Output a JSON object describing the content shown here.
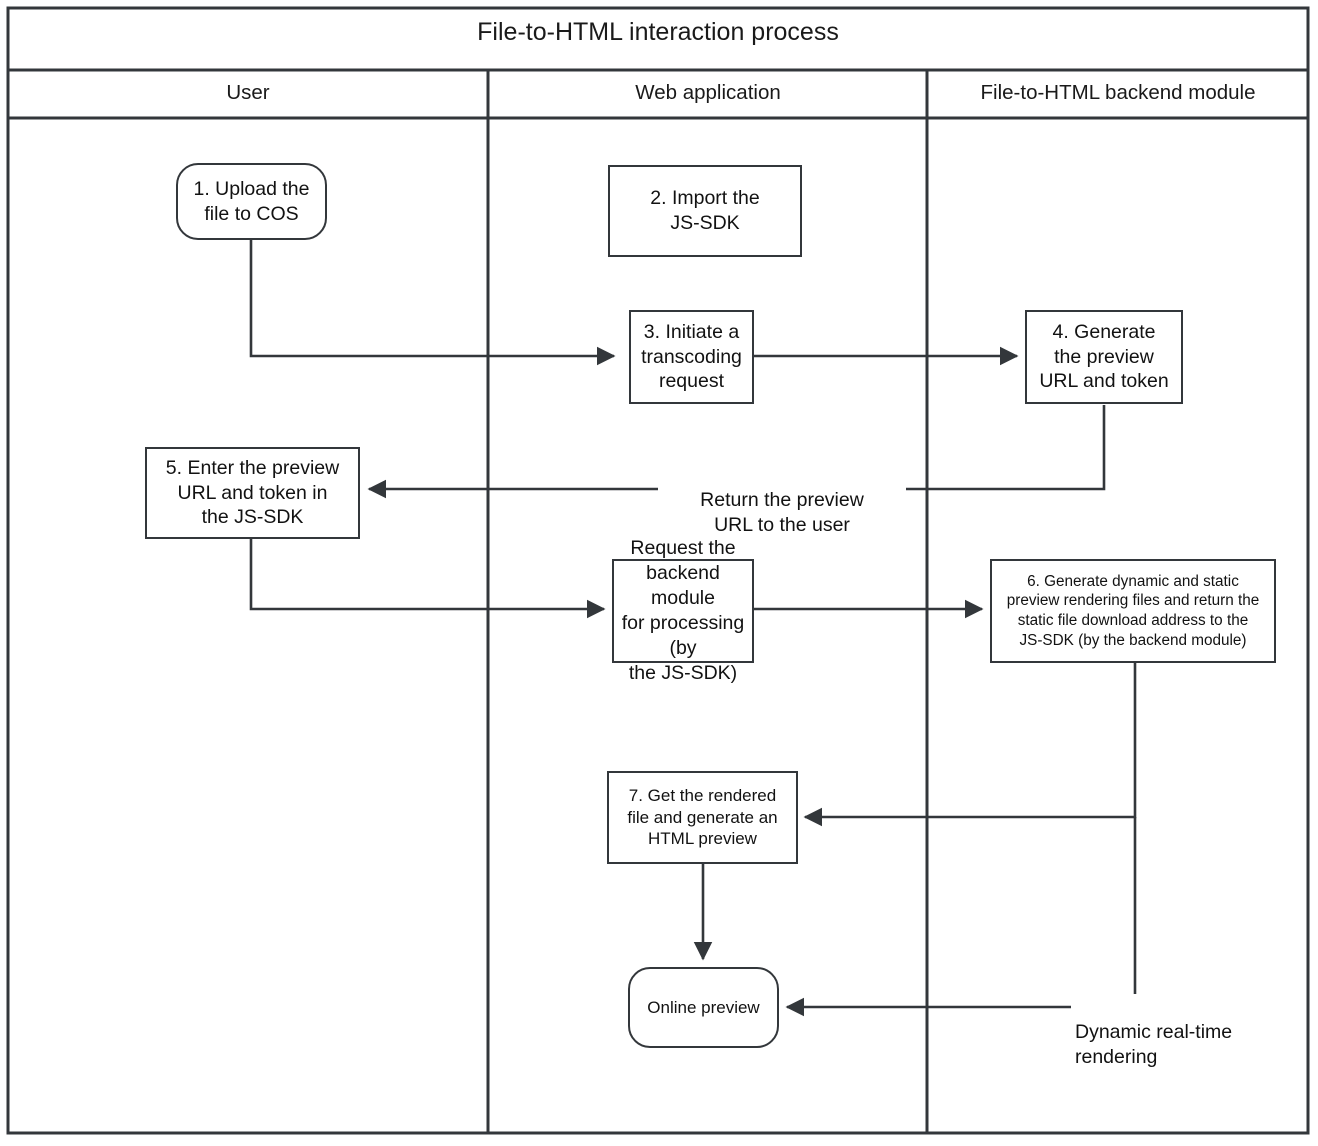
{
  "diagram": {
    "title": "File-to-HTML interaction process",
    "type": "swimlane-flowchart",
    "lanes": [
      {
        "id": "user",
        "label": "User"
      },
      {
        "id": "web-application",
        "label": "Web application"
      },
      {
        "id": "backend-module",
        "label": "File-to-HTML backend module"
      }
    ],
    "nodes": [
      {
        "id": "n1",
        "lane": "user",
        "shape": "rounded-rect",
        "label": "1. Upload the\nfile to COS"
      },
      {
        "id": "n2",
        "lane": "web-application",
        "shape": "rect",
        "label": "2. Import the\nJS-SDK"
      },
      {
        "id": "n3",
        "lane": "web-application",
        "shape": "rect",
        "label": "3. Initiate a\ntranscoding\nrequest"
      },
      {
        "id": "n4",
        "lane": "backend-module",
        "shape": "rect",
        "label": "4. Generate\nthe preview\nURL and token"
      },
      {
        "id": "n5",
        "lane": "user",
        "shape": "rect",
        "label": "5. Enter the preview\nURL and token in\nthe JS-SDK"
      },
      {
        "id": "n6",
        "lane": "web-application",
        "shape": "rect",
        "label": "Request the\nbackend module\nfor processing (by\nthe JS-SDK)"
      },
      {
        "id": "n7",
        "lane": "backend-module",
        "shape": "rect",
        "label": "6. Generate dynamic and static\npreview rendering files and return the\nstatic file download address to the\nJS-SDK (by the backend module)"
      },
      {
        "id": "n8",
        "lane": "web-application",
        "shape": "rect",
        "label": "7. Get the rendered\nfile and generate an\nHTML preview"
      },
      {
        "id": "n9",
        "lane": "web-application",
        "shape": "rounded-rect",
        "label": "Online preview"
      }
    ],
    "edges": [
      {
        "id": "e1",
        "from": "n1",
        "to": "n3",
        "label": ""
      },
      {
        "id": "e2",
        "from": "n3",
        "to": "n4",
        "label": ""
      },
      {
        "id": "e3",
        "from": "n4",
        "to": "n5",
        "label": "Return the preview\nURL to the user"
      },
      {
        "id": "e4",
        "from": "n5",
        "to": "n6",
        "label": ""
      },
      {
        "id": "e5",
        "from": "n6",
        "to": "n7",
        "label": ""
      },
      {
        "id": "e6",
        "from": "n7",
        "to": "n8",
        "label": ""
      },
      {
        "id": "e7",
        "from": "n8",
        "to": "n9",
        "label": ""
      },
      {
        "id": "e8",
        "from": "n7",
        "to": "n9",
        "label": "Dynamic real-time rendering"
      }
    ]
  },
  "colors": {
    "stroke": "#33373b",
    "text": "#121212",
    "background": "#ffffff"
  }
}
